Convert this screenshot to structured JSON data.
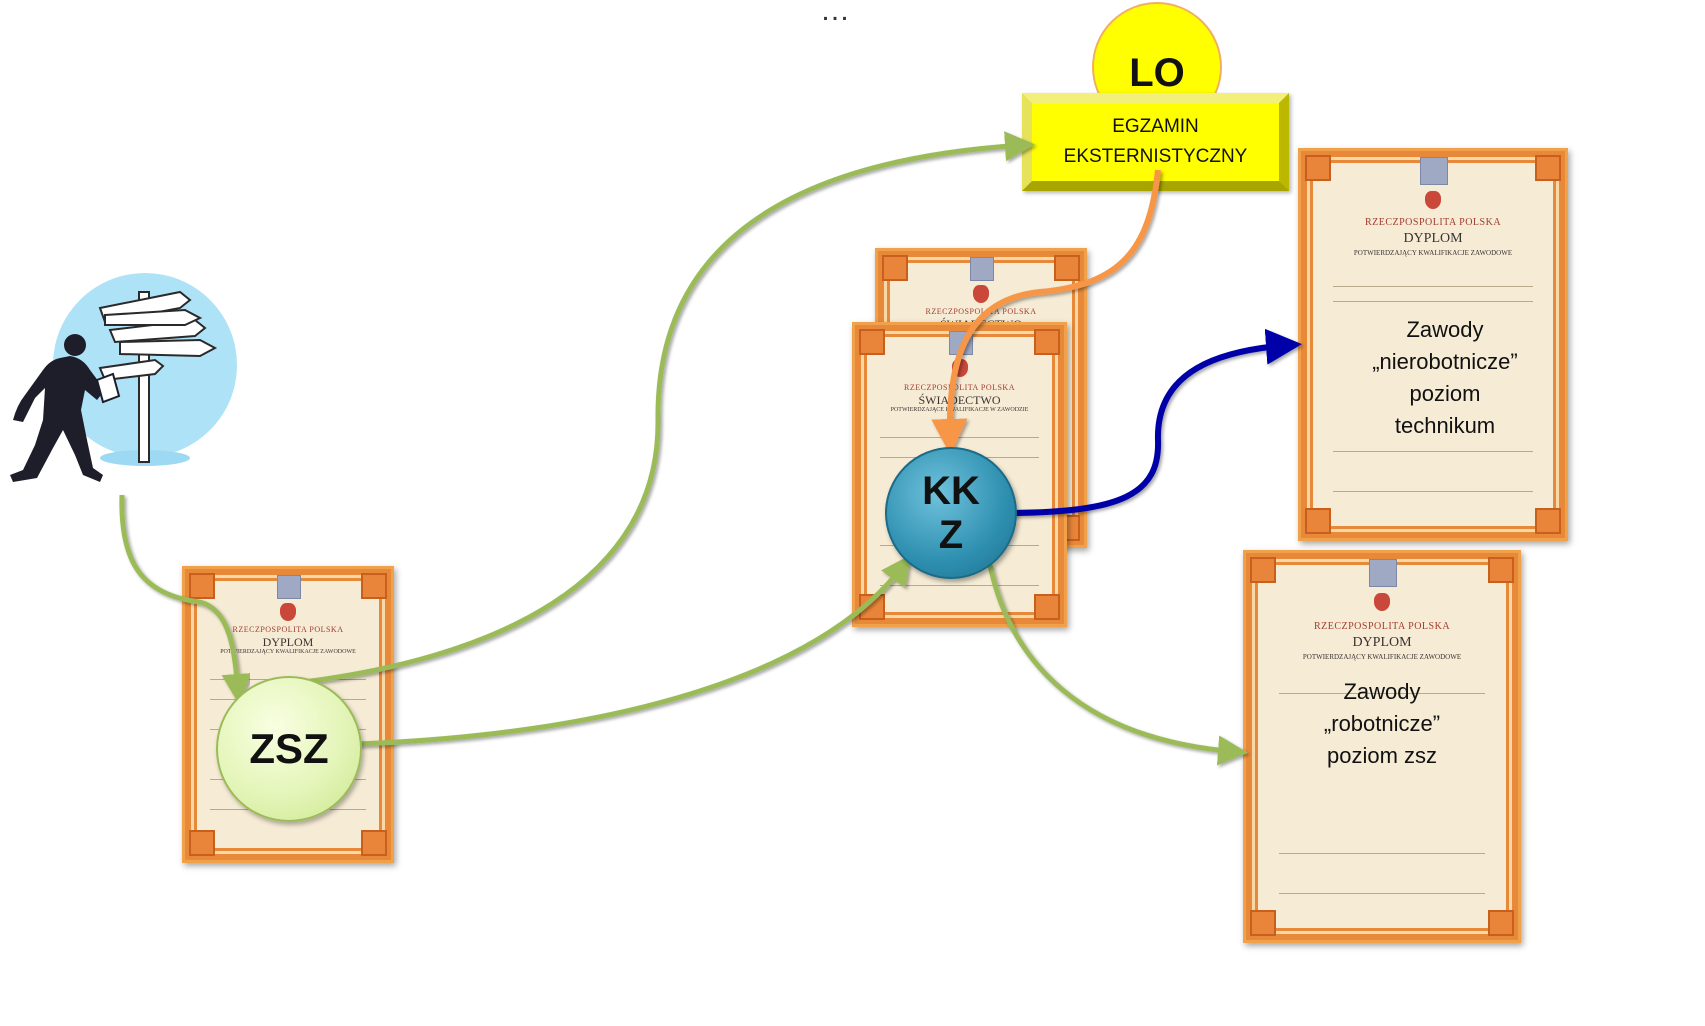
{
  "top_ellipsis": "…",
  "nodes": {
    "lo": "LO",
    "exam_line1": "EGZAMIN",
    "exam_line2": "EKSTERNISTYCZNY",
    "zsz": "ZSZ",
    "kkz_line1": "KK",
    "kkz_line2": "Z"
  },
  "certificates": {
    "dyplom_heading": "RZECZPOSPOLITA POLSKA",
    "dyplom_title": "DYPLOM",
    "dyplom_subtitle": "POTWIERDZAJĄCY KWALIFIKACJE ZAWODOWE",
    "swiadectwo_title": "ŚWIADECTWO",
    "swiadectwo_subtitle": "POTWIERDZAJĄCE KWALIFIKACJE W ZAWODZIE"
  },
  "outcomes": {
    "technikum": [
      "Zawody",
      "„nierobotnicze”",
      "poziom",
      "technikum"
    ],
    "zsz": [
      "Zawody",
      "„robotnicze”",
      "poziom zsz"
    ]
  },
  "colors": {
    "green_arrow": "#9bbb59",
    "orange_arrow": "#f79646",
    "blue_arrow": "#0000a8",
    "zsz_circle": "#e4f5b8",
    "kkz_circle": "#2e8fb0",
    "lo_circle": "#ffff00",
    "exam_box": "#ffff00"
  }
}
